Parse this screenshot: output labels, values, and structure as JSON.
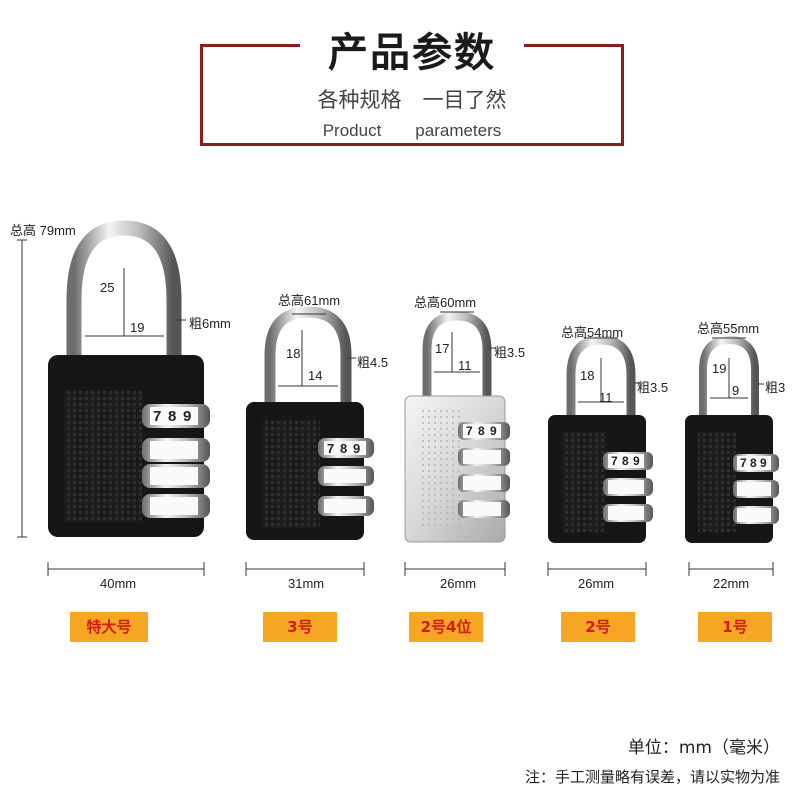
{
  "header": {
    "title": "产品参数",
    "subtitle": "各种规格　一目了然",
    "subtitle_en": "Product　　parameters"
  },
  "locks": [
    {
      "total_height": "总高 79mm",
      "shackle_h": "25",
      "shackle_w": "19",
      "thickness": "粗6mm",
      "width": "40mm",
      "tag": "特大号",
      "finish": "black",
      "digits": [
        "7",
        "8",
        "9"
      ]
    },
    {
      "total_height": "总高61mm",
      "shackle_h": "18",
      "shackle_w": "14",
      "thickness": "粗4.5",
      "width": "31mm",
      "tag": "3号",
      "finish": "black",
      "digits": [
        "7",
        "8",
        "9"
      ]
    },
    {
      "total_height": "总高60mm",
      "shackle_h": "17",
      "shackle_w": "11",
      "thickness": "粗3.5",
      "width": "26mm",
      "tag": "2号4位",
      "finish": "silver",
      "digits": [
        "7",
        "8",
        "9"
      ]
    },
    {
      "total_height": "总高54mm",
      "shackle_h": "18",
      "shackle_w": "11",
      "thickness": "粗3.5",
      "width": "26mm",
      "tag": "2号",
      "finish": "black",
      "digits": [
        "7",
        "8",
        "9"
      ]
    },
    {
      "total_height": "总高55mm",
      "shackle_h": "19",
      "shackle_w": "9",
      "thickness": "粗3",
      "width": "22mm",
      "tag": "1号",
      "finish": "black",
      "digits": [
        "7",
        "8",
        "9"
      ]
    }
  ],
  "footer": {
    "unit": "单位：mm（毫米）",
    "note": "注：手工测量略有误差，请以实物为准"
  },
  "colors": {
    "frame": "#8b1d1d",
    "tag_bg": "#f5a623",
    "tag_text": "#d41919"
  }
}
